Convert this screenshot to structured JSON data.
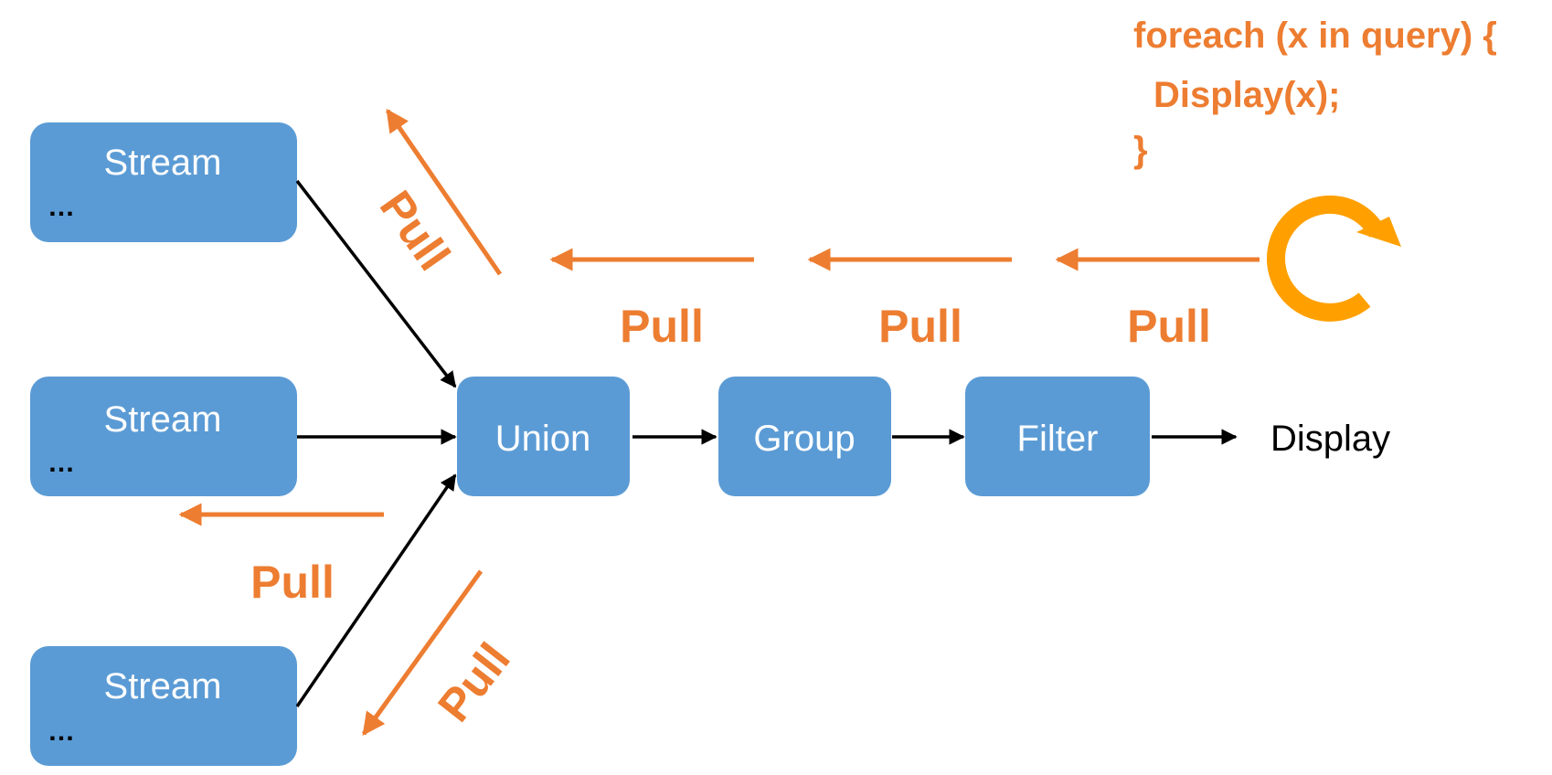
{
  "code": {
    "line1": "foreach (x in query) {",
    "line2": "Display(x);",
    "line3": "}"
  },
  "streams": [
    {
      "label": "Stream",
      "ellipsis": "…"
    },
    {
      "label": "Stream",
      "ellipsis": "…"
    },
    {
      "label": "Stream",
      "ellipsis": "…"
    }
  ],
  "operators": {
    "union": "Union",
    "group": "Group",
    "filter": "Filter"
  },
  "output": "Display",
  "pull_labels": {
    "top_stream": "Pull",
    "union": "Pull",
    "group": "Pull",
    "filter": "Pull",
    "middle_stream": "Pull",
    "bottom_stream": "Pull"
  },
  "colors": {
    "node": "#5b9bd5",
    "pull": "#ed7d31",
    "loop": "#ffa000",
    "flow": "#000000"
  },
  "loop_icon": "refresh-loop-icon"
}
